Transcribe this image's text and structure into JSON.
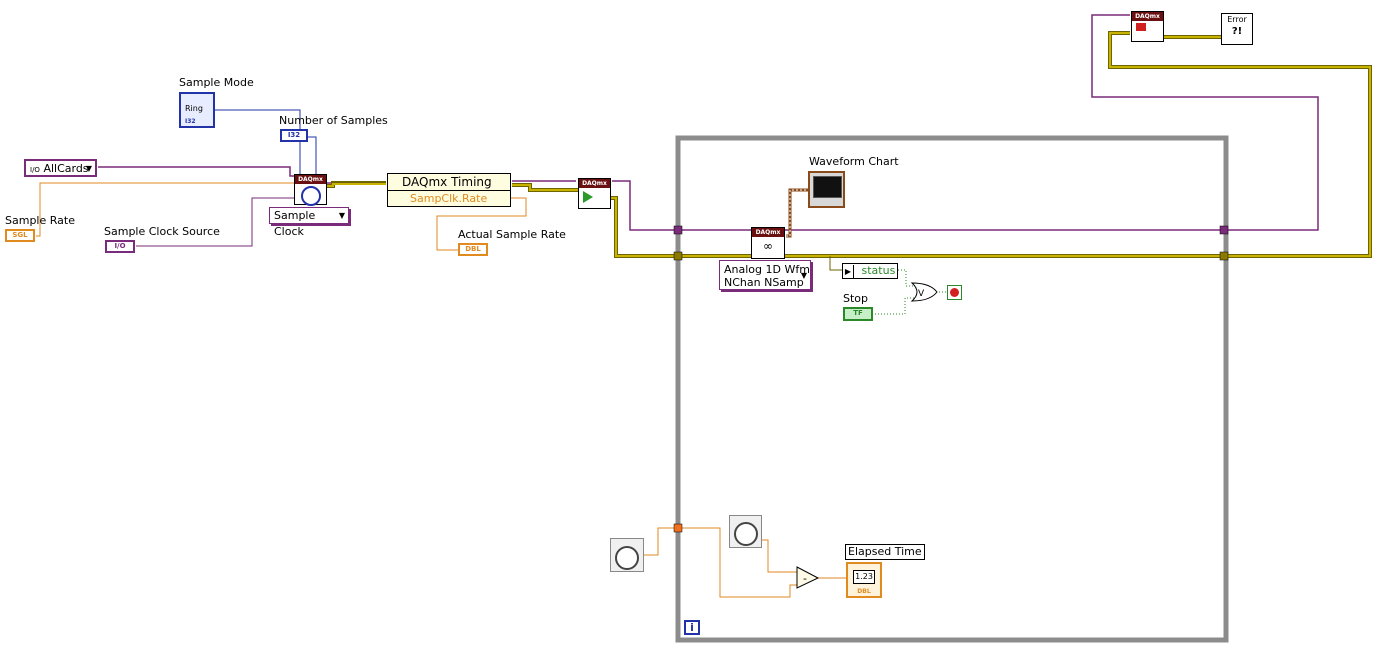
{
  "labels": {
    "sample_mode": "Sample Mode",
    "number_of_samples": "Number of Samples",
    "sample_rate": "Sample Rate",
    "sample_clock_source": "Sample Clock Source",
    "actual_sample_rate": "Actual Sample Rate",
    "waveform_chart": "Waveform Chart",
    "stop": "Stop",
    "elapsed_time": "Elapsed Time"
  },
  "controls": {
    "channel_constant": "AllCards",
    "channel_prefix": "I/O",
    "sample_clock_ring": "Sample Clock",
    "read_mode_line1": "Analog 1D Wfm",
    "read_mode_line2": "NChan NSamp",
    "status_unbundle": "status"
  },
  "terminals": {
    "ring_icon": "Ring",
    "i32": "I32",
    "sgl": "SGL",
    "io": "I/O",
    "dbl": "DBL",
    "tf": "TF",
    "numeric_display": "1.23",
    "loop_iteration": "i",
    "subtract": "-",
    "or_symbol": "V"
  },
  "nodes": {
    "daqmx_header": "DAQmx",
    "timing_title": "DAQmx Timing",
    "timing_property": "SampClk.Rate",
    "error_title": "Error",
    "error_mark": "?!"
  },
  "colors": {
    "cluster_wire": "#c8b400",
    "task_wire": "#7a2b7a",
    "numeric_orange": "#e08a20",
    "int_blue": "#2233aa",
    "bool_green": "#2a8a2a",
    "loop_border": "#8c8c8c",
    "daqmx_header": "#6b1010"
  }
}
